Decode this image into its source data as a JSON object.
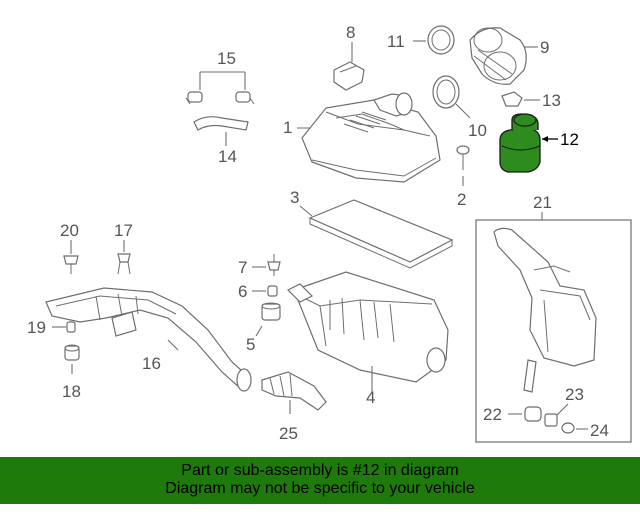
{
  "diagram": {
    "highlight_color": "#2e8b1e",
    "callouts": {
      "c1": "1",
      "c2": "2",
      "c3": "3",
      "c4": "4",
      "c5": "5",
      "c6": "6",
      "c7": "7",
      "c8": "8",
      "c9": "9",
      "c10": "10",
      "c11": "11",
      "c12": "12",
      "c13": "13",
      "c14": "14",
      "c15": "15",
      "c16": "16",
      "c17": "17",
      "c18": "18",
      "c19": "19",
      "c20": "20",
      "c21": "21",
      "c22": "22",
      "c23": "23",
      "c24": "24",
      "c25": "25"
    }
  },
  "banner": {
    "background": "#1f7a0c",
    "line1": "Part or sub-assembly is #12 in diagram",
    "line2": "Diagram may not be specific to your vehicle"
  }
}
